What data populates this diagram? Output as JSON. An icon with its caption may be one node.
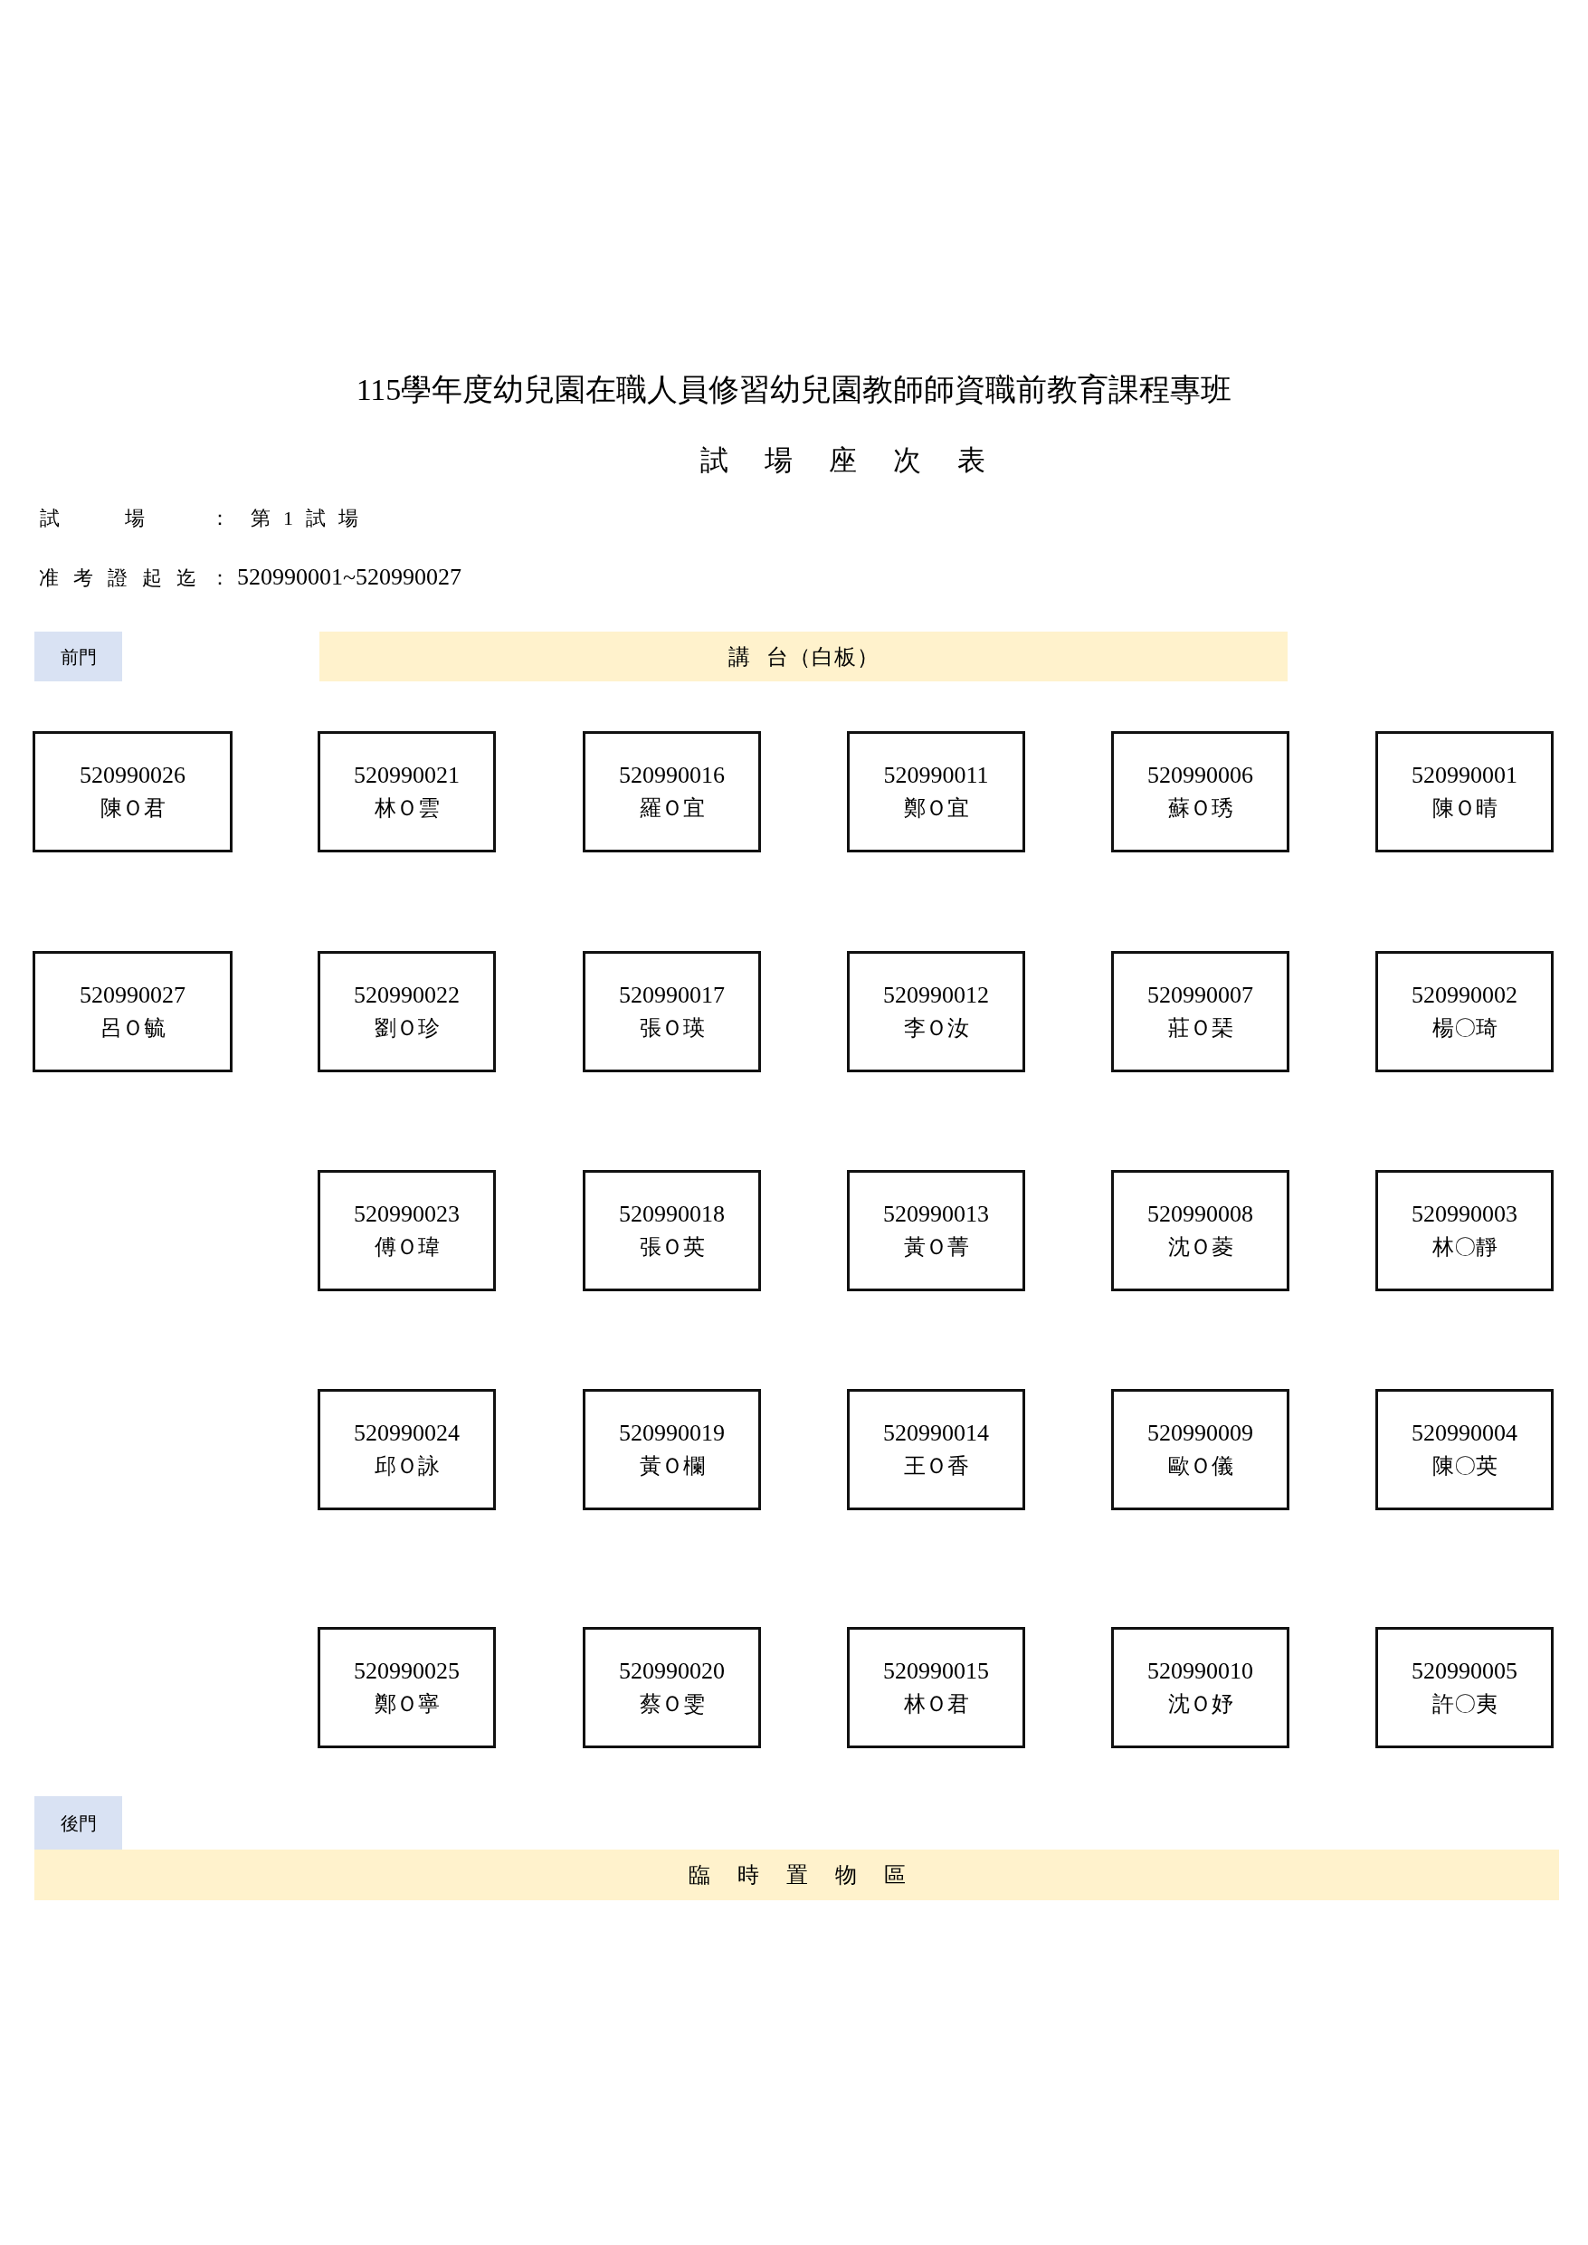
{
  "diagram": {
    "title": "115學年度幼兒園在職人員修習幼兒園教師師資職前教育課程專班",
    "nodes": [
      {
        "text": [
          "前門"
        ]
      },
      {
        "text": [
          "講 台（白板）"
        ]
      },
      {
        "text": [
          "520990026",
          "陳Ｏ君"
        ]
      },
      {
        "text": [
          "520990021",
          "林Ｏ雲"
        ]
      },
      {
        "text": [
          "520990016",
          "羅Ｏ宜"
        ]
      },
      {
        "text": [
          "520990011",
          "鄭Ｏ宜"
        ]
      },
      {
        "text": [
          "520990006",
          "蘇Ｏ琇"
        ]
      },
      {
        "text": [
          "520990001",
          "陳Ｏ晴"
        ]
      },
      {
        "text": [
          "520990027",
          "呂Ｏ毓"
        ]
      },
      {
        "text": [
          "520990022",
          "劉Ｏ珍"
        ]
      },
      {
        "text": [
          "520990017",
          "張Ｏ瑛"
        ]
      },
      {
        "text": [
          "520990012",
          "李Ｏ汝"
        ]
      },
      {
        "text": [
          "520990007",
          "莊Ｏ琹"
        ]
      },
      {
        "text": [
          "520990002",
          "楊〇琦"
        ]
      },
      {
        "text": [
          "520990023",
          "傅Ｏ瑋"
        ]
      },
      {
        "text": [
          "520990018",
          "張Ｏ英"
        ]
      },
      {
        "text": [
          "520990013",
          "黃Ｏ菁"
        ]
      },
      {
        "text": [
          "520990008",
          "沈Ｏ菱"
        ]
      },
      {
        "text": [
          "520990003",
          "林〇靜"
        ]
      },
      {
        "text": [
          "520990024",
          "邱Ｏ詠"
        ]
      },
      {
        "text": [
          "520990019",
          "黃Ｏ欄"
        ]
      },
      {
        "text": [
          "520990014",
          "王Ｏ香"
        ]
      },
      {
        "text": [
          "520990009",
          "歐Ｏ儀"
        ]
      },
      {
        "text": [
          "520990004",
          "陳〇英"
        ]
      },
      {
        "text": [
          "520990025",
          "鄭Ｏ寧"
        ]
      },
      {
        "text": [
          "520990020",
          "蔡Ｏ雯"
        ]
      },
      {
        "text": [
          "520990015",
          "林Ｏ君"
        ]
      },
      {
        "text": [
          "520990010",
          "沈Ｏ妤"
        ]
      },
      {
        "text": [
          "520990005",
          "許〇夷"
        ]
      },
      {
        "text": [
          "後門"
        ]
      },
      {
        "text": [
          "臨時置物區"
        ]
      }
    ],
    "labels": [
      "試場座次表",
      "試場",
      "：",
      "第1試場",
      "准考證起迄",
      "：",
      "520990001~520990027"
    ]
  }
}
